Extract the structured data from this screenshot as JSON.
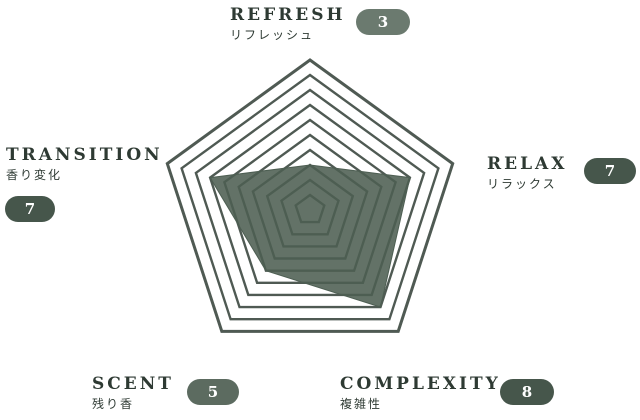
{
  "chart_data": {
    "type": "radar",
    "scale_max": 10,
    "grid": true,
    "axes": [
      {
        "name": "REFRESH",
        "subtitle": "リフレッシュ",
        "value": 3
      },
      {
        "name": "RELAX",
        "subtitle": "リラックス",
        "value": 7
      },
      {
        "name": "COMPLEXITY",
        "subtitle": "複雑性",
        "value": 8
      },
      {
        "name": "SCENT",
        "subtitle": "残り香",
        "value": 5
      },
      {
        "name": "TRANSITION",
        "subtitle": "香り変化",
        "value": 7
      }
    ],
    "colors": {
      "grid_line": "#4f5a53",
      "fill": "#4d5e52",
      "badge_dark": "#46564b",
      "badge_light": "#6b7a6f",
      "text": "#2e3a33"
    }
  }
}
